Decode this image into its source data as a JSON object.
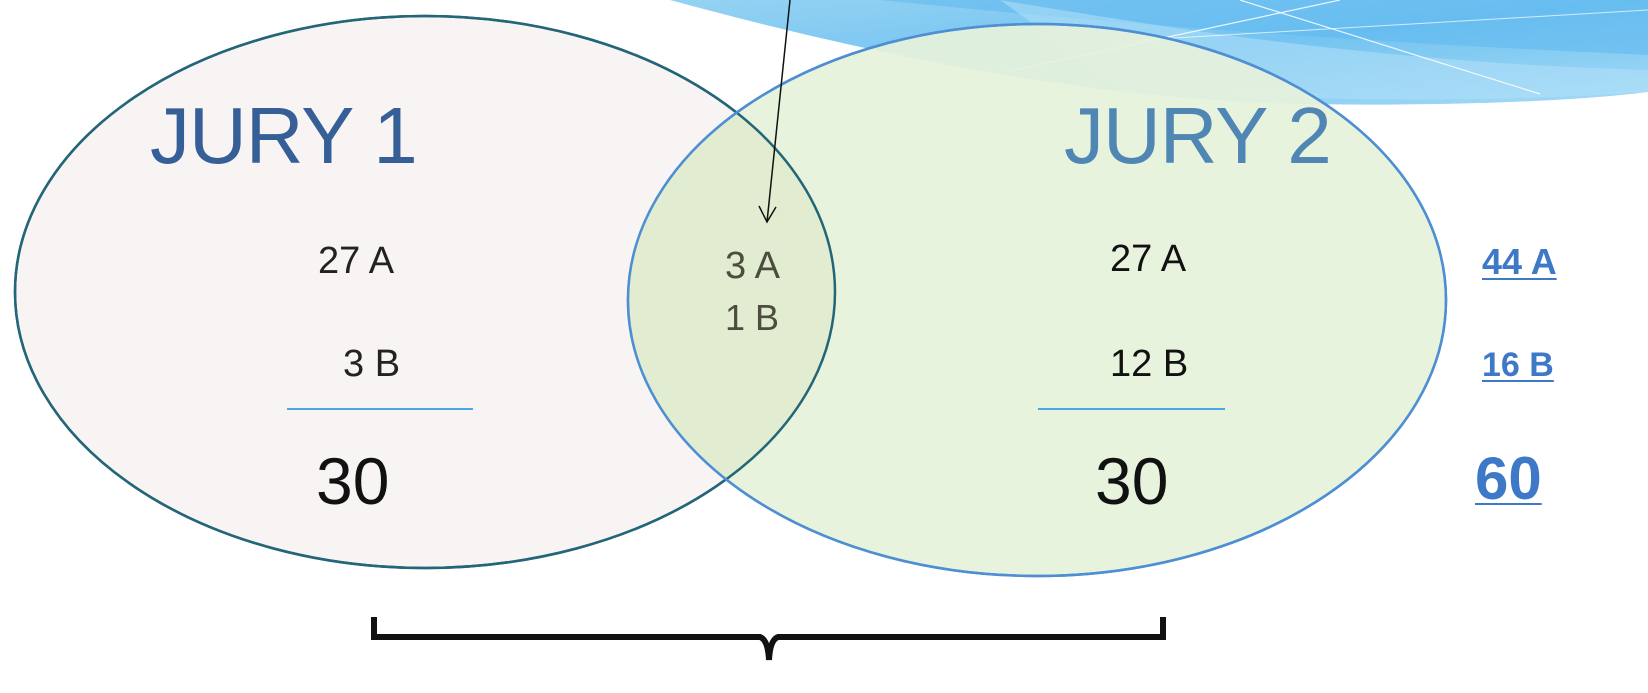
{
  "diagram": {
    "jury1": {
      "title": "JURY 1",
      "a_count": "27 A",
      "b_count": "3 B",
      "total": "30"
    },
    "jury2": {
      "title": "JURY 2",
      "a_count": "27 A",
      "b_count": "12 B",
      "total": "30"
    },
    "overlap": {
      "a_count": "3 A",
      "b_count": "1 B"
    },
    "summary": {
      "a_total": "44 A",
      "b_total": "16 B",
      "grand_total": "60"
    }
  },
  "colors": {
    "jury1_fill": "#f9f4f4",
    "jury1_stroke": "#1f5d83",
    "jury2_fill": "#e6f2dc",
    "jury2_stroke": "#4e8fd3",
    "overlap_fill": "#e6efd7",
    "divider": "#4aa8e6",
    "summary_text": "#3e79c7"
  }
}
